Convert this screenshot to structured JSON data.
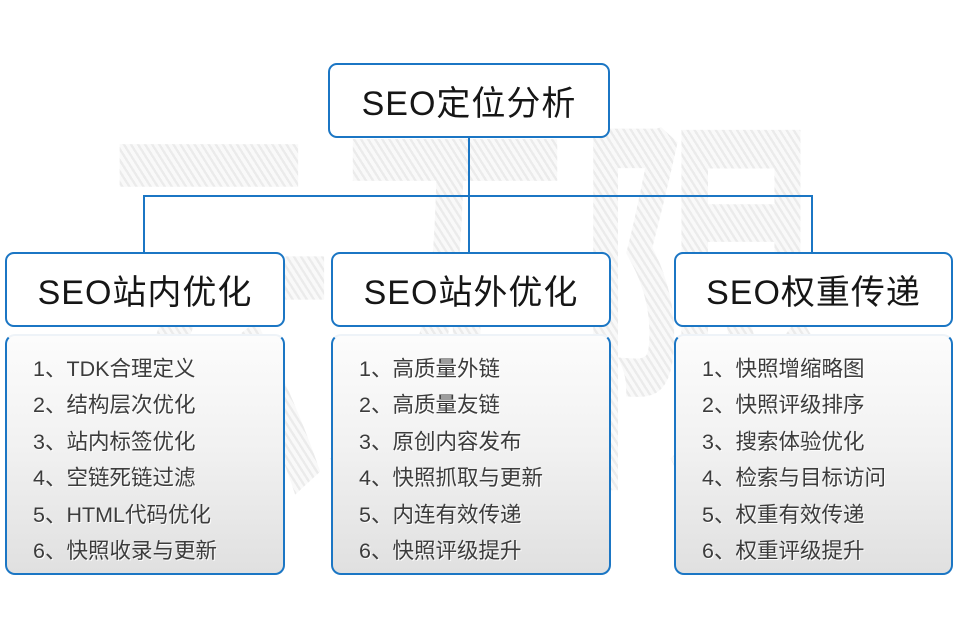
{
  "watermark": {
    "text": "云无限"
  },
  "root": {
    "title": "SEO定位分析"
  },
  "columns": [
    {
      "id": "onsite",
      "title": "SEO站内优化",
      "items": [
        "1、TDK合理定义",
        "2、结构层次优化",
        "3、站内标签优化",
        "4、空链死链过滤",
        "5、HTML代码优化",
        "6、快照收录与更新"
      ]
    },
    {
      "id": "offsite",
      "title": "SEO站外优化",
      "items": [
        "1、高质量外链",
        "2、高质量友链",
        "3、原创内容发布",
        "4、快照抓取与更新",
        "5、内连有效传递",
        "6、快照评级提升"
      ]
    },
    {
      "id": "weight",
      "title": "SEO权重传递",
      "items": [
        "1、快照增缩略图",
        "2、快照评级排序",
        "3、搜索体验优化",
        "4、检索与目标访问",
        "5、权重有效传递",
        "6、权重评级提升"
      ]
    }
  ],
  "colors": {
    "line_blue": "#1b76c4",
    "title_text": "#161616",
    "list_text": "#3c3c3c",
    "list_gradient_top": "#fcfcfc",
    "list_gradient_bottom": "#e0e0e0",
    "watermark_gray": "#ebebeb"
  }
}
